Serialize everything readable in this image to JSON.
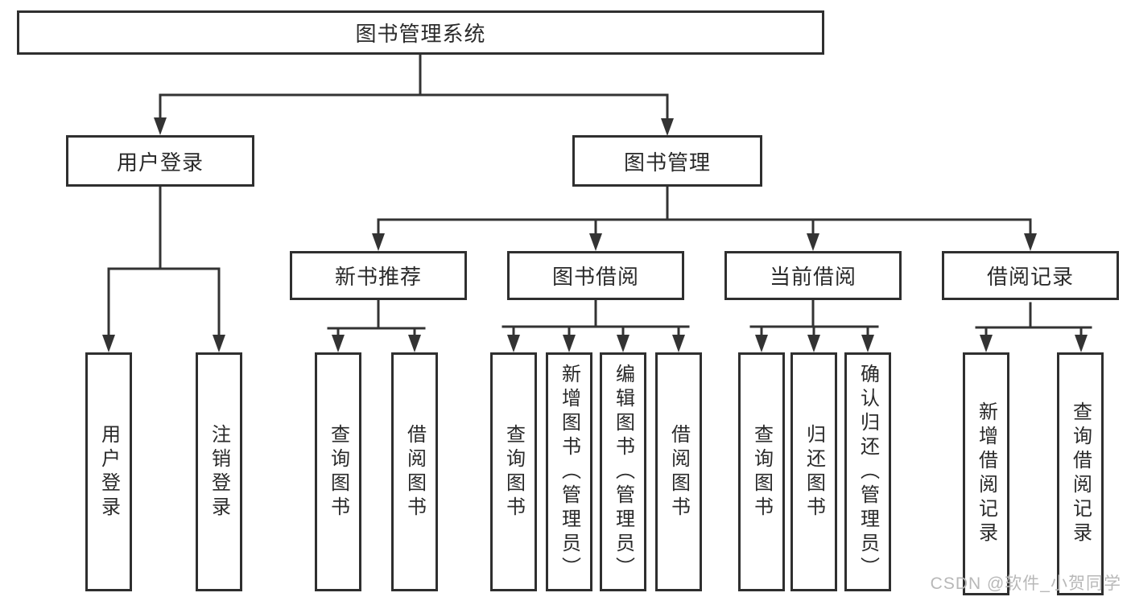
{
  "diagram": {
    "root": {
      "label": "图书管理系统"
    },
    "branches": [
      {
        "label": "用户登录",
        "children": [
          "用户登录",
          "注销登录"
        ]
      },
      {
        "label": "图书管理",
        "children": [
          {
            "label": "新书推荐",
            "children": [
              "查询图书",
              "借阅图书"
            ]
          },
          {
            "label": "图书借阅",
            "children": [
              "查询图书",
              "新增图书（管理员）",
              "编辑图书（管理员）",
              "借阅图书"
            ]
          },
          {
            "label": "当前借阅",
            "children": [
              "查询图书",
              "归还图书",
              "确认归还（管理员）"
            ]
          },
          {
            "label": "借阅记录",
            "children": [
              "新增借阅记录",
              "查询借阅记录"
            ]
          }
        ]
      }
    ]
  },
  "watermark": {
    "text": "CSDN @软件_小贺同学"
  },
  "colors": {
    "bg": "#ffffff",
    "border": "#2f2f2f",
    "line": "#333333",
    "text": "#2a2a2a",
    "watermark": "#b8b8b8"
  }
}
